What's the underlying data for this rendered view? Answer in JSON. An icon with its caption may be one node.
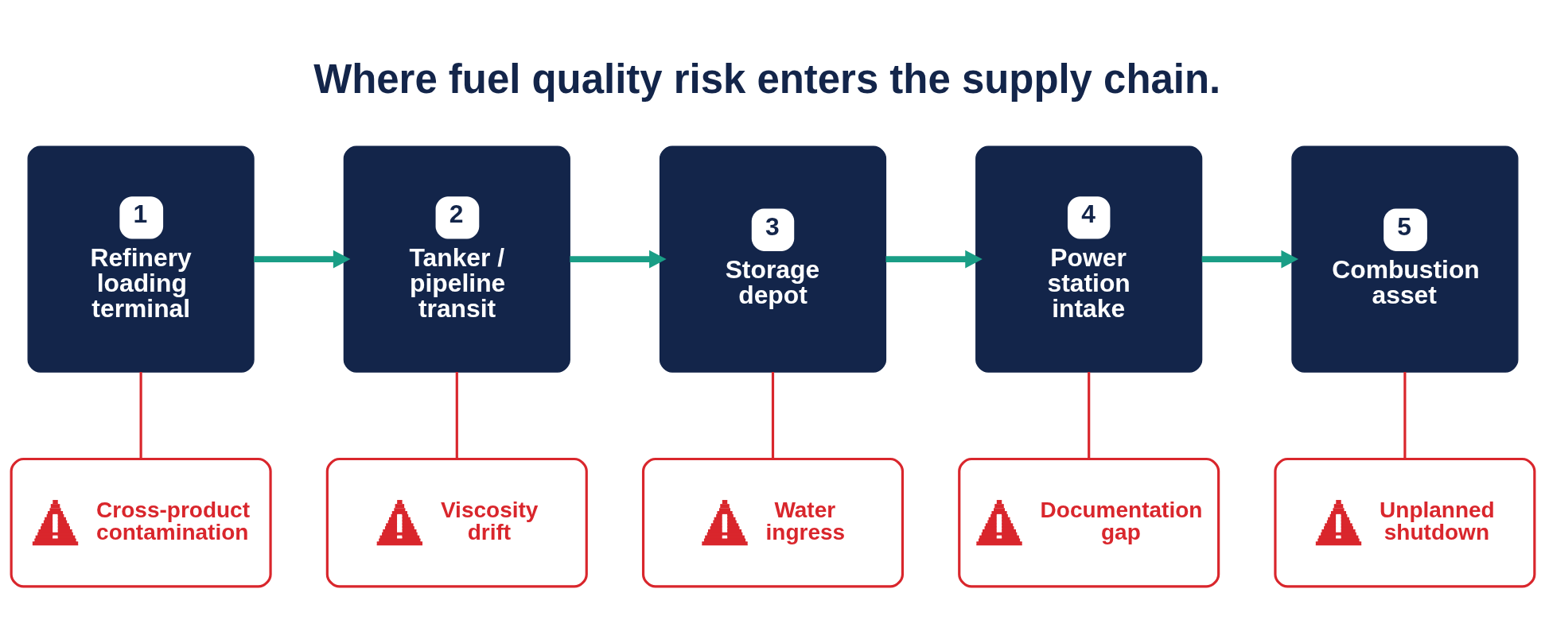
{
  "diagram": {
    "title": "Where fuel quality risk enters the supply chain.",
    "nodes": [
      {
        "text": [
          "1",
          "Refinery loading terminal"
        ]
      },
      {
        "text": [
          "2",
          "Tanker / pipeline transit"
        ]
      },
      {
        "text": [
          "3",
          "Storage depot"
        ]
      },
      {
        "text": [
          "4",
          "Power station intake"
        ]
      },
      {
        "text": [
          "5",
          "Combustion asset"
        ]
      },
      {
        "text": [
          "Cross-product contamination"
        ]
      },
      {
        "text": [
          "Viscosity drift"
        ]
      },
      {
        "text": [
          "Water ingress"
        ]
      },
      {
        "text": [
          "Documentation gap"
        ]
      },
      {
        "text": [
          "Unplanned shutdown"
        ]
      }
    ],
    "edges": [
      {
        "from": 0,
        "to": 1,
        "arrow": "to",
        "style": "thick",
        "color": "#1a9e86"
      },
      {
        "from": 1,
        "to": 2,
        "arrow": "to",
        "style": "thick",
        "color": "#1a9e86"
      },
      {
        "from": 2,
        "to": 3,
        "arrow": "to",
        "style": "thick",
        "color": "#1a9e86"
      },
      {
        "from": 3,
        "to": 4,
        "arrow": "to",
        "style": "thick",
        "color": "#1a9e86"
      },
      {
        "from": 0,
        "to": 5,
        "arrow": "none"
      },
      {
        "from": 1,
        "to": 6,
        "arrow": "none"
      },
      {
        "from": 2,
        "to": 7,
        "arrow": "none"
      },
      {
        "from": 3,
        "to": 8,
        "arrow": "none"
      },
      {
        "from": 4,
        "to": 9,
        "arrow": "none"
      }
    ]
  }
}
